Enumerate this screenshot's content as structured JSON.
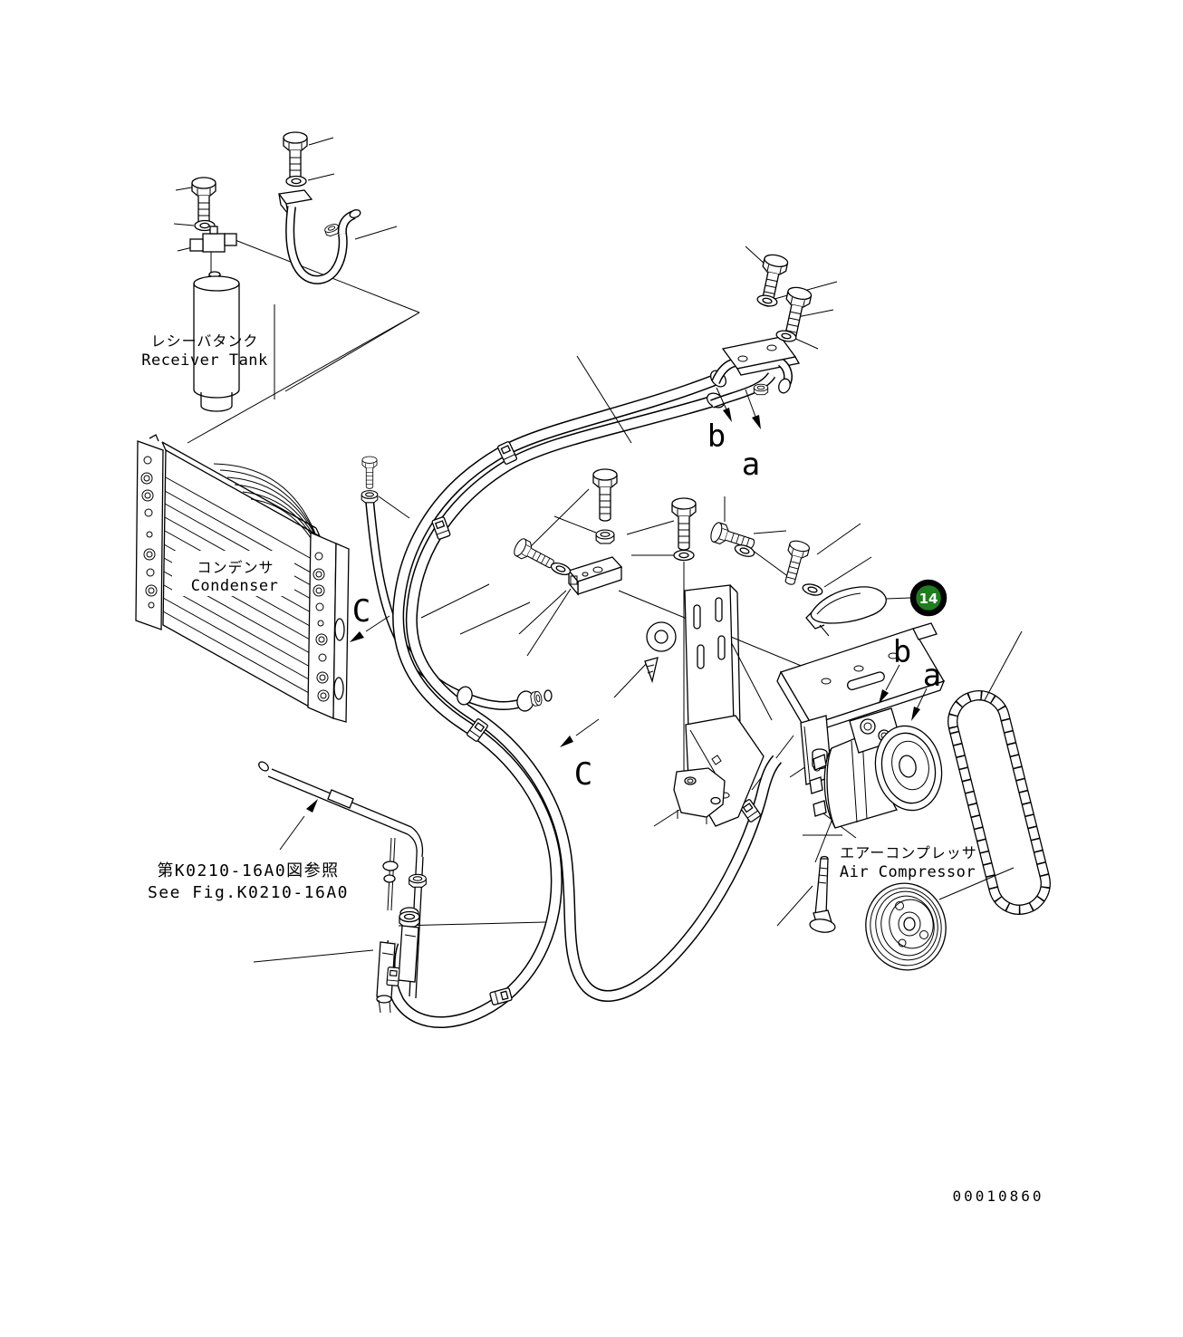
{
  "diagram": {
    "labels": {
      "receiver_tank_jp": "レシーバタンク",
      "receiver_tank_en": "Receiver Tank",
      "condenser_jp": "コンデンサ",
      "condenser_en": "Condenser",
      "see_fig_jp": "第K0210-16A0図参照",
      "see_fig_en": "See Fig.K0210-16A0",
      "air_compressor_jp": "エアーコンプレッサ",
      "air_compressor_en": "Air Compressor"
    },
    "markers": {
      "a": "a",
      "b": "b",
      "c": "C"
    },
    "callout": {
      "number": "14"
    },
    "drawing_number": "00010860",
    "colors": {
      "background": "#ffffff",
      "line": "#000000",
      "callout_fill": "#1e7d1e",
      "callout_ring": "#000000",
      "callout_text": "#ffffff"
    }
  }
}
